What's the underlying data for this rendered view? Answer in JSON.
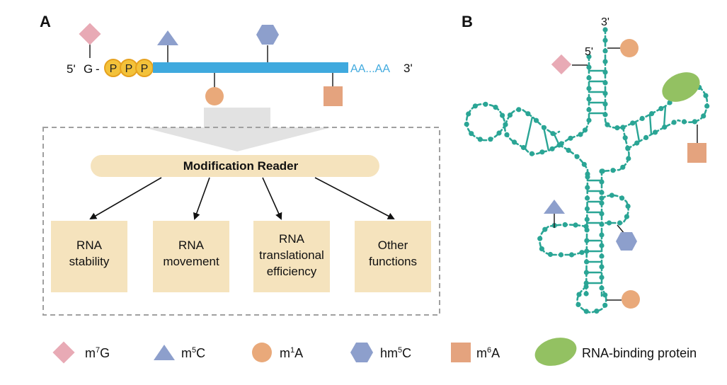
{
  "panels": {
    "a_label": "A",
    "b_label": "B"
  },
  "mrna": {
    "five_prime": "5'",
    "g": "G",
    "dash": "-",
    "p": "P",
    "poly_a": "AA...AA",
    "three_prime": "3'"
  },
  "reader": {
    "title": "Modification Reader"
  },
  "functions": [
    {
      "line1": "RNA",
      "line2": "stability",
      "line3": ""
    },
    {
      "line1": "RNA",
      "line2": "movement",
      "line3": ""
    },
    {
      "line1": "RNA",
      "line2": "translational",
      "line3": "efficiency"
    },
    {
      "line1": "Other",
      "line2": "functions",
      "line3": ""
    }
  ],
  "trna": {
    "three_prime": "3'",
    "five_prime": "5'"
  },
  "legend": [
    {
      "base": "m",
      "sup": "7",
      "tail": "G",
      "shape": "diamond",
      "color": "#e8aab5"
    },
    {
      "base": "m",
      "sup": "5",
      "tail": "C",
      "shape": "triangle",
      "color": "#8d9fcc"
    },
    {
      "base": "m",
      "sup": "1",
      "tail": "A",
      "shape": "circle",
      "color": "#e9a97a"
    },
    {
      "base": "hm",
      "sup": "5",
      "tail": "C",
      "shape": "hexagon",
      "color": "#8d9fcc"
    },
    {
      "base": "m",
      "sup": "6",
      "tail": "A",
      "shape": "square",
      "color": "#e4a37e"
    },
    {
      "base": "RNA-binding protein",
      "sup": "",
      "tail": "",
      "shape": "ellipse",
      "color": "#93c162"
    }
  ],
  "colors": {
    "strand": "#3fa9de",
    "phosphate_fill": "#f3c23a",
    "phosphate_stroke": "#e6a11e",
    "reader_fill": "#f5e3bd",
    "box_fill": "#f5e3bd",
    "trna": "#2aa595",
    "dashed_border": "#a0a0a0",
    "funnel": "#e2e2e2"
  }
}
